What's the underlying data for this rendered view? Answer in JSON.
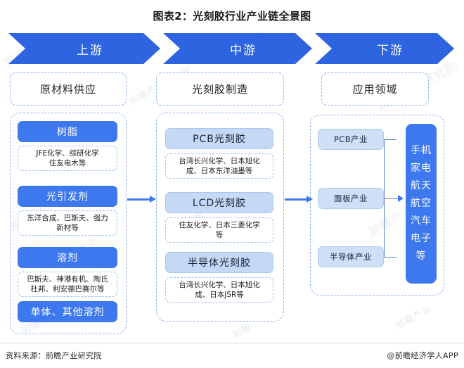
{
  "title": "图表2：光刻胶行业产业链全景图",
  "banner": {
    "stages": [
      {
        "label": "上游"
      },
      {
        "label": "中游"
      },
      {
        "label": "下游"
      }
    ]
  },
  "colors": {
    "primary_blue": "#3d78ee",
    "banner_blue": "#2f64e0",
    "light_blue": "#c5d9f4",
    "app_blue": "#cfe0f6",
    "dashed_border": "#8fb3ef"
  },
  "upstream": {
    "heading": "原材料供应",
    "groups": [
      {
        "label": "树脂",
        "companies": "JFE化学、综研化学\n住友电木等"
      },
      {
        "label": "光引发剂",
        "companies": "东洋合成、巴斯夫、强力\n新材等"
      },
      {
        "label": "溶剂",
        "companies": "巴斯夫、神港有机、陶氏\n杜邦、利安德巴赛尔等"
      },
      {
        "label": "单体、其他溶剂",
        "companies": ""
      }
    ]
  },
  "midstream": {
    "heading": "光刻胶制造",
    "groups": [
      {
        "label": "PCB光刻胶",
        "companies": "台湾长兴化学、日本旭化\n成、日本东洋油墨等"
      },
      {
        "label": "LCD光刻胶",
        "companies": "住友化学、日本三菱化学\n等"
      },
      {
        "label": "半导体光刻胶",
        "companies": "台湾长兴化学、日本旭化\n成、日本JSR等"
      }
    ]
  },
  "downstream": {
    "heading": "应用领域",
    "industries": [
      {
        "label": "PCB产业"
      },
      {
        "label": "面板产业"
      },
      {
        "label": "半导体产业"
      }
    ],
    "end_applications": [
      "手机",
      "家电",
      "航天",
      "航空",
      "汽车",
      "电子",
      "等"
    ]
  },
  "footer": {
    "source": "资料来源：前瞻产业研究院",
    "brand": "@前瞻经济学人APP"
  },
  "watermarks": [
    "前瞻",
    "前瞻产业",
    "前瞻产业研究院"
  ]
}
